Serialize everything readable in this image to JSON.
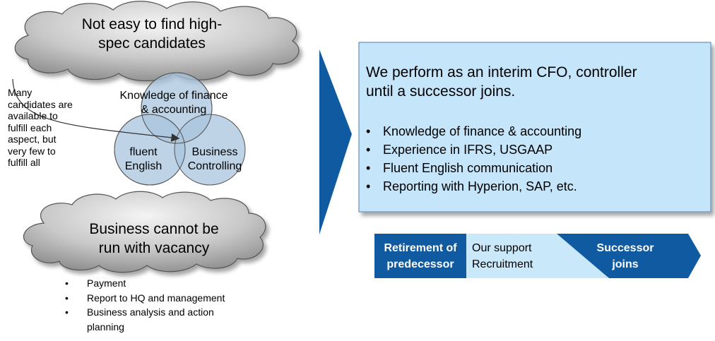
{
  "top_cloud": {
    "line1": "Not easy to find high-",
    "line2": "spec candidates"
  },
  "side_note": [
    "Many",
    "candidates  are",
    "available to",
    "fulfill each",
    "aspect, but",
    "very few to",
    "fulfill all"
  ],
  "venn": {
    "top": {
      "line1": "Knowledge of finance",
      "line2": "& accounting"
    },
    "left": {
      "line1": "fluent",
      "line2": "English"
    },
    "right": {
      "line1": "Business",
      "line2": "Controlling"
    }
  },
  "bottom_cloud": {
    "line1": "Business cannot be",
    "line2": "run with vacancy"
  },
  "vacancy_bullets": [
    "Payment",
    "Report to HQ and management",
    "Business analysis and action",
    "planning"
  ],
  "solution": {
    "line1": "We perform as an interim CFO,  controller",
    "line2": "until a successor joins.",
    "bullets": [
      "Knowledge of finance & accounting",
      "Experience in IFRS, USGAAP",
      "Fluent English communication",
      "Reporting with Hyperion, SAP, etc."
    ]
  },
  "timeline": {
    "step1": {
      "line1": "Retirement of",
      "line2": "predecessor"
    },
    "step2": {
      "line1": "Our support",
      "line2": "Recruitment"
    },
    "step3": {
      "line1": "Successor",
      "line2": "joins"
    }
  },
  "colors": {
    "dark_blue": "#0f5aa0",
    "light_blue": "#c9e8fa",
    "box_fill": "#c5e5fa",
    "venn_fill": "#a8c4dd",
    "cloud_gray": "#8a8a8a"
  }
}
